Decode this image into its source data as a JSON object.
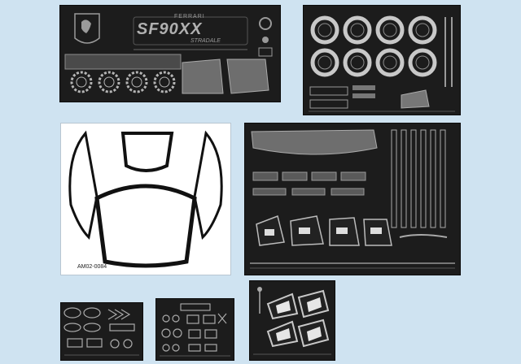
{
  "colors": {
    "background": "#cfe3f1",
    "sheet": "#1c1c1c",
    "metal": "#8c8c8c",
    "metal_light": "#b5b5b5",
    "clear_sheet": "#ffffff"
  },
  "sheet_a": {
    "brand_text": "FERRARI",
    "model_text": "SF90XX",
    "model_sub": "STRADALE"
  },
  "sheet_c": {
    "part_code": "AM02-0084"
  },
  "icons": [
    "ferrari-shield-icon"
  ]
}
